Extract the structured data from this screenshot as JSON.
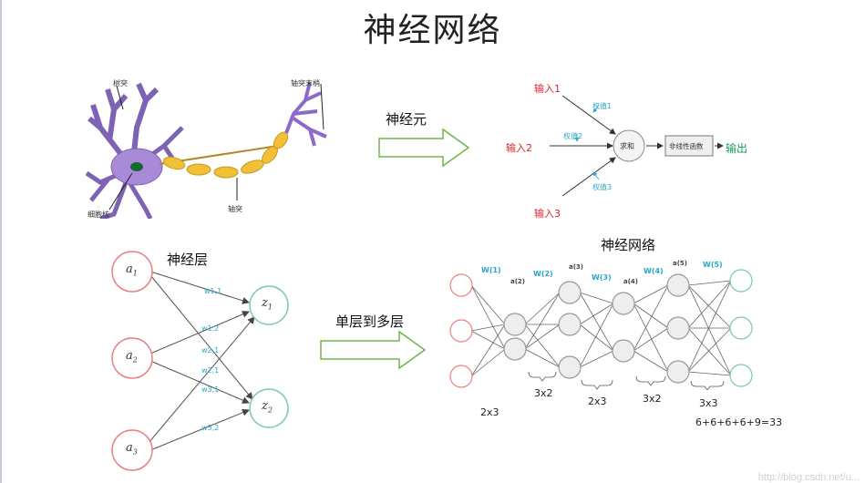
{
  "title": "神经网络",
  "neuron_bio": {
    "dendrite": "树突",
    "axon_terminal": "轴突末梢",
    "nucleus": "细胞核",
    "axon": "轴突"
  },
  "arrow_labels": {
    "neuron": "神经元",
    "single_to_multi": "单层到多层"
  },
  "perceptron": {
    "inputs": [
      "输入1",
      "输入2",
      "输入3"
    ],
    "weights": [
      "权值1",
      "权值2",
      "权值3"
    ],
    "sum": "求和",
    "nonlinear": "非线性函数",
    "output": "输出"
  },
  "layer": {
    "title": "神经层",
    "inputs": [
      "a",
      "a",
      "a"
    ],
    "input_subs": [
      "1",
      "2",
      "3"
    ],
    "outputs": [
      "z",
      "z"
    ],
    "output_subs": [
      "1",
      "2"
    ],
    "weights": [
      "w1,1",
      "w1,2",
      "w2,1",
      "w2,1",
      "w3,1",
      "w3,2"
    ]
  },
  "network": {
    "title": "神经网络",
    "weight_labels": [
      "W(1)",
      "W(2)",
      "W(3)",
      "W(4)",
      "W(5)"
    ],
    "activation_labels": [
      "a(2)",
      "a(3)",
      "a(4)",
      "a(5)"
    ],
    "dims": [
      "2x3",
      "3x2",
      "2x3",
      "3x2",
      "3x3"
    ],
    "sum": "6+6+6+6+9=33"
  },
  "watermark": "http://blog.csdn.net/u..."
}
